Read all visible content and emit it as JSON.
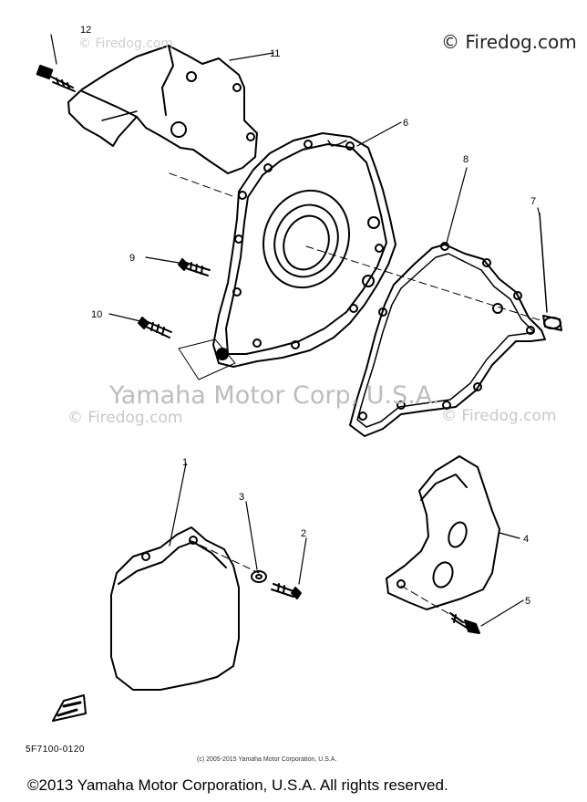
{
  "watermarks": {
    "top_right": "© Firedog.com",
    "top_left": "© Firedog.com",
    "mid_left": "© Firedog.com",
    "mid_right": "© Firedog.com",
    "center": "Yamaha Motor Corp, U.S.A."
  },
  "callouts": [
    "12",
    "11",
    "6",
    "8",
    "7",
    "9",
    "10",
    "1",
    "3",
    "2",
    "4",
    "5"
  ],
  "part_code": "5F7100-0120",
  "small_copyright": "(c) 2005-2015 Yamaha Motor Corporation, U.S.A.",
  "bottom_copyright": "©2013 Yamaha Motor Corporation, U.S.A. All rights reserved."
}
